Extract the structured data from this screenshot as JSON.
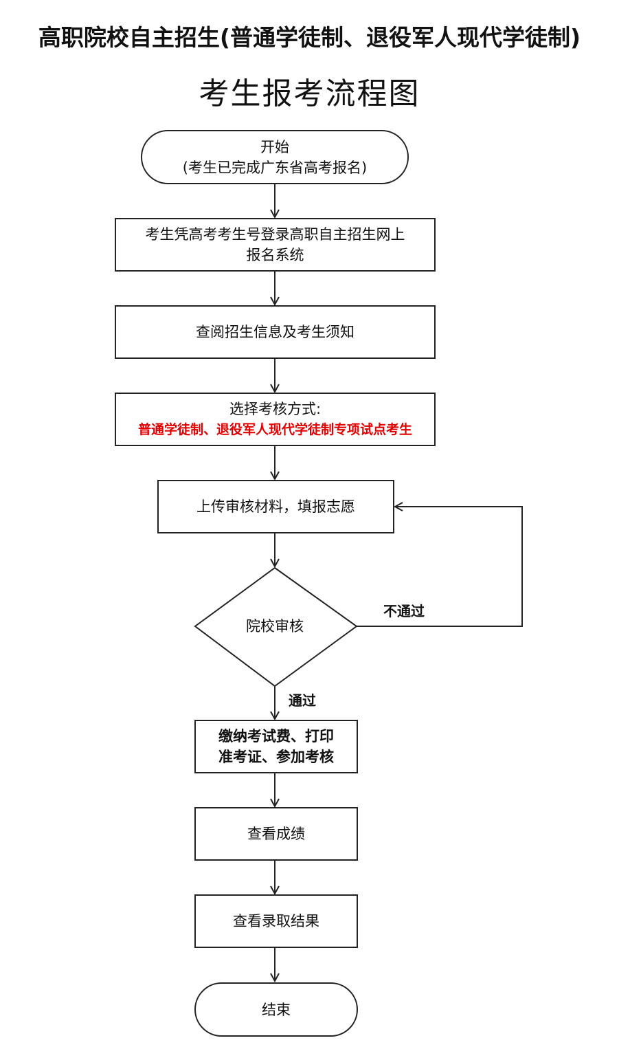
{
  "header": {
    "title_line1": "高职院校自主招生(普通学徒制、退役军人现代学徒制)",
    "title_line2": "考生报考流程图"
  },
  "flow": {
    "start_line1": "开始",
    "start_line2": "(考生已完成广东省高考报名)",
    "step_login_line1": "考生凭高考考生号登录高职自主招生网上",
    "step_login_line2": "报名系统",
    "step_read": "查阅招生信息及考生须知",
    "step_choose_line1": "选择考核方式:",
    "step_choose_line2": "普通学徒制、退役军人现代学徒制专项试点考生",
    "step_upload": "上传审核材料，填报志愿",
    "decision_review": "院校审核",
    "label_fail": "不通过",
    "label_pass": "通过",
    "step_pay_line1": "缴纳考试费、打印",
    "step_pay_line2": "准考证、参加考核",
    "step_score": "查看成绩",
    "step_admission": "查看录取结果",
    "end": "结束"
  },
  "colors": {
    "line": "#222222",
    "highlight_text": "#e00000"
  }
}
